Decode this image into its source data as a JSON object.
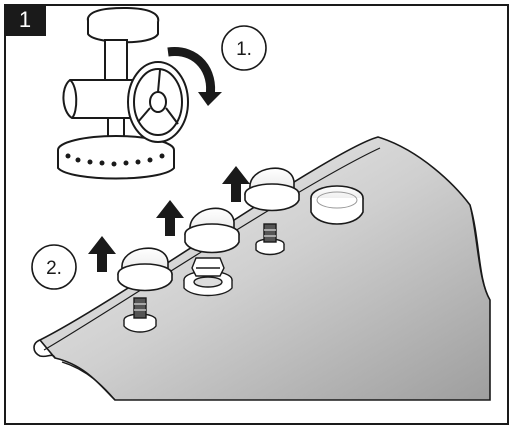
{
  "step": {
    "number": "1"
  },
  "callouts": [
    {
      "label": "1."
    },
    {
      "label": "2."
    }
  ],
  "icons": {
    "valve": "valve-handwheel-icon",
    "rotate_arrow": "rotate-arrow-icon",
    "up_arrow": "up-arrow-icon",
    "cap": "dust-cap-icon"
  },
  "colors": {
    "frame": "#1a1a1a",
    "panel_light": "#ebebeb",
    "panel_dark": "#9a9a9a",
    "arrow": "#1a1a1a"
  }
}
